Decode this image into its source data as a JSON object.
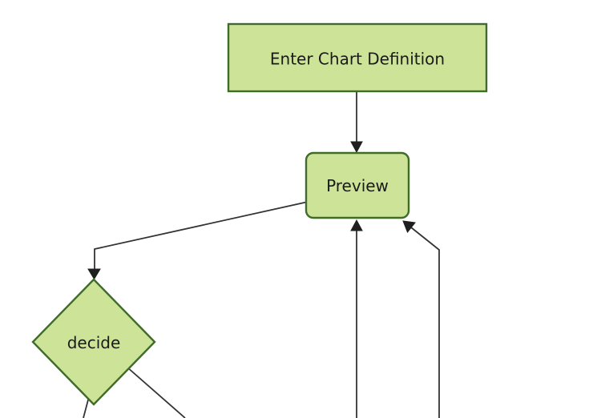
{
  "diagram": {
    "type": "flowchart",
    "direction": "top-down",
    "background": "#ffffff",
    "theme": {
      "node_fill": "#cde498",
      "node_stroke": "#3f6c2a",
      "edge_color": "#333333",
      "arrow_color": "#1f1f1f",
      "text_color": "#1a1a1a"
    },
    "nodes": [
      {
        "id": "enter-chart-definition",
        "label": "Enter Chart Definition",
        "shape": "rectangle"
      },
      {
        "id": "preview",
        "label": "Preview",
        "shape": "rounded-rectangle"
      },
      {
        "id": "decide",
        "label": "decide",
        "shape": "diamond"
      }
    ],
    "edges": [
      {
        "from": "enter-chart-definition",
        "to": "preview",
        "arrowhead": true
      },
      {
        "from": "preview",
        "to": "decide",
        "arrowhead": true
      },
      {
        "from": "offscreen-bottom-center",
        "to": "preview",
        "arrowhead": true
      },
      {
        "from": "offscreen-bottom-right",
        "to": "preview",
        "arrowhead": true
      },
      {
        "from": "decide",
        "to": "offscreen-bottom-left",
        "arrowhead": false
      },
      {
        "from": "decide",
        "to": "offscreen-bottom-center",
        "arrowhead": false
      }
    ]
  }
}
